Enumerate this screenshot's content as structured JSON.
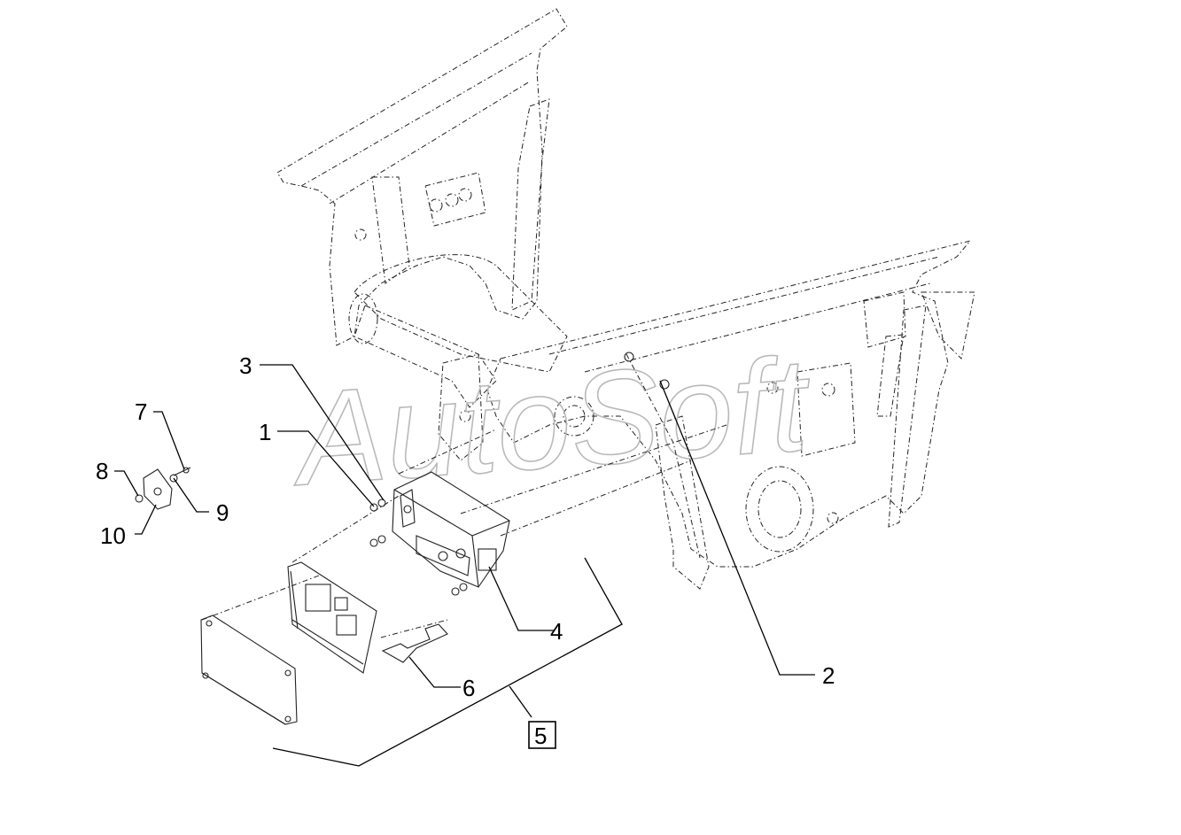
{
  "watermark": "AutoSoft",
  "callouts": [
    {
      "id": "1",
      "text": "1"
    },
    {
      "id": "2",
      "text": "2"
    },
    {
      "id": "3",
      "text": "3"
    },
    {
      "id": "4",
      "text": "4"
    },
    {
      "id": "5",
      "text": "5",
      "boxed": true
    },
    {
      "id": "6",
      "text": "6"
    },
    {
      "id": "7",
      "text": "7"
    },
    {
      "id": "8",
      "text": "8"
    },
    {
      "id": "9",
      "text": "9"
    },
    {
      "id": "10",
      "text": "10"
    }
  ]
}
